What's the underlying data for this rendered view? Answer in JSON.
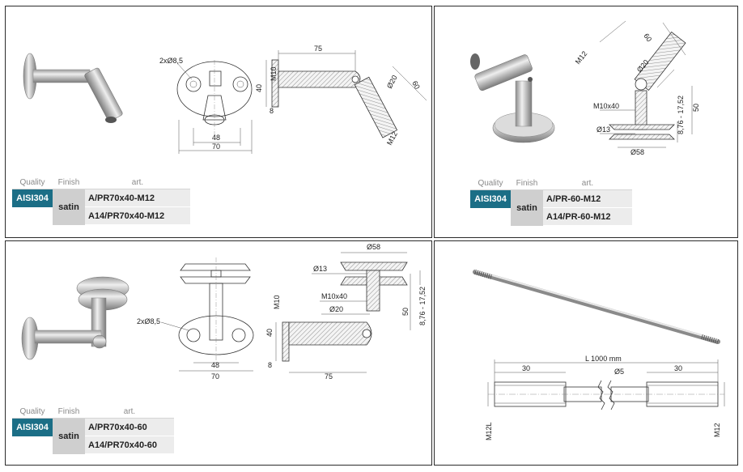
{
  "panels": [
    {
      "table": {
        "headers": [
          "Quality",
          "Finish",
          "art."
        ],
        "quality": "AISI304",
        "finish": "satin",
        "articles": [
          "A/PR70x40-M12",
          "A14/PR70x40-M12"
        ]
      },
      "dims": {
        "holes": "2xØ8,5",
        "inner_width": "48",
        "outer_width": "70",
        "arm_length": "75",
        "height": "40",
        "thread": "M10",
        "offset": "8",
        "tube_dia": "Ø20",
        "tube_length": "60",
        "end_thread": "M12"
      }
    },
    {
      "table": {
        "headers": [
          "Quality",
          "Finish",
          "art."
        ],
        "quality": "AISI304",
        "finish": "satin",
        "articles": [
          "A/PR-60-M12",
          "A14/PR-60-M12"
        ]
      },
      "dims": {
        "thread": "M12",
        "length": "60",
        "tube_dia": "Ø20",
        "bolt": "M10x40",
        "glass": "8,76 - 17,52",
        "height": "50",
        "inner_dia": "Ø13",
        "disc_dia": "Ø58"
      }
    },
    {
      "table": {
        "headers": [
          "Quality",
          "Finish",
          "art."
        ],
        "quality": "AISI304",
        "finish": "satin",
        "articles": [
          "A/PR70x40-60",
          "A14/PR70x40-60"
        ]
      },
      "dims": {
        "disc_dia": "Ø58",
        "inner_dia": "Ø13",
        "bolt": "M10x40",
        "tube_dia": "Ø20",
        "height": "50",
        "glass": "8,76 - 17,52",
        "holes": "2xØ8,5",
        "inner_width": "48",
        "outer_width": "70",
        "thread": "M10",
        "plate_height": "40",
        "offset": "8",
        "arm_length": "75"
      }
    },
    {
      "dims": {
        "length": "L 1000 mm",
        "end_left": "30",
        "end_right": "30",
        "dia": "Ø5",
        "thread_left": "M12L",
        "thread_right": "M12"
      }
    }
  ]
}
